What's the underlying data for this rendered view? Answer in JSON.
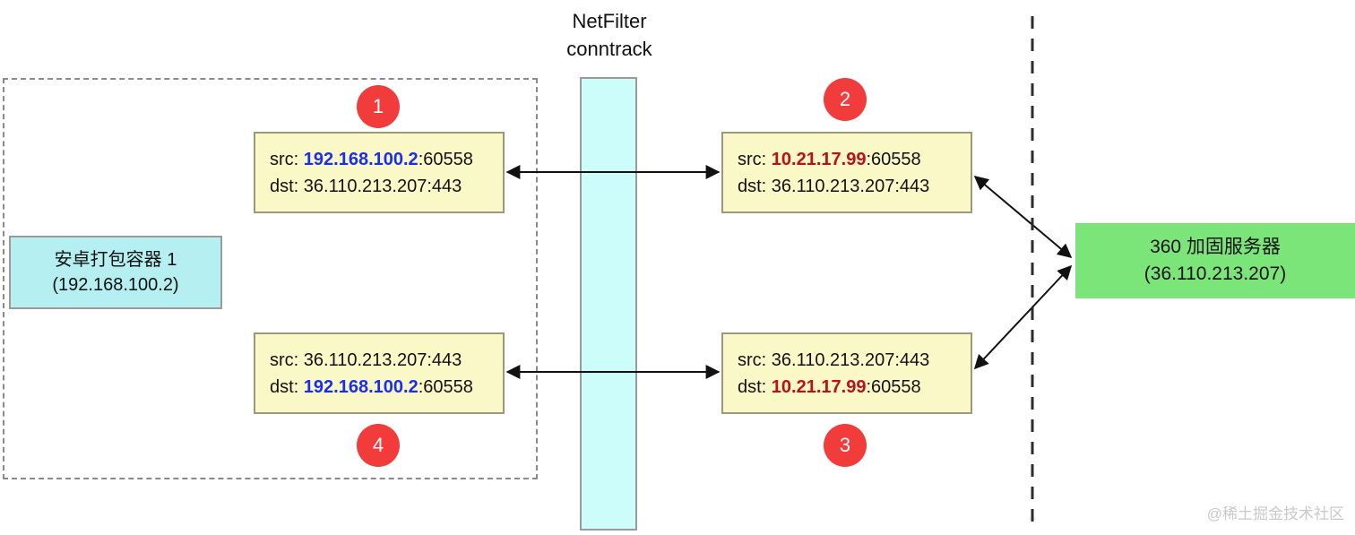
{
  "title": {
    "line1": "NetFilter",
    "line2": "conntrack"
  },
  "colors": {
    "badge_red": "#f23b3b",
    "flow_box_yellow": "#fbf8c8",
    "android_box_cyan": "#b5eff1",
    "netfilter_bar_cyan": "#cdfdfa",
    "server_green": "#7ce57a",
    "ip_blue": "#1a2fe8",
    "ip_dark_red": "#b5121b"
  },
  "android_container": {
    "name_line": "安卓打包容器 1",
    "ip_line": "(192.168.100.2)"
  },
  "server": {
    "name_line": "360 加固服务器",
    "ip_line": "(36.110.213.207)"
  },
  "flow_boxes": [
    {
      "badge": "1",
      "src": {
        "pre": "src: ",
        "hl": "192.168.100.2",
        "hl_color": "#1a2fe8",
        "post": ":60558"
      },
      "dst": {
        "pre": "dst: ",
        "hl": "",
        "hl_color": "",
        "post": "36.110.213.207:443"
      }
    },
    {
      "badge": "2",
      "src": {
        "pre": "src: ",
        "hl": "10.21.17.99",
        "hl_color": "#b5121b",
        "post": ":60558"
      },
      "dst": {
        "pre": "dst: ",
        "hl": "",
        "hl_color": "",
        "post": "36.110.213.207:443"
      }
    },
    {
      "badge": "3",
      "src": {
        "pre": "src: ",
        "hl": "",
        "hl_color": "",
        "post": "36.110.213.207:443"
      },
      "dst": {
        "pre": "dst: ",
        "hl": "10.21.17.99",
        "hl_color": "#b5121b",
        "post": ":60558"
      }
    },
    {
      "badge": "4",
      "src": {
        "pre": "src: ",
        "hl": "",
        "hl_color": "",
        "post": "36.110.213.207:443"
      },
      "dst": {
        "pre": "dst: ",
        "hl": "192.168.100.2",
        "hl_color": "#1a2fe8",
        "post": ":60558"
      }
    }
  ],
  "watermark": "@稀土掘金技术社区"
}
